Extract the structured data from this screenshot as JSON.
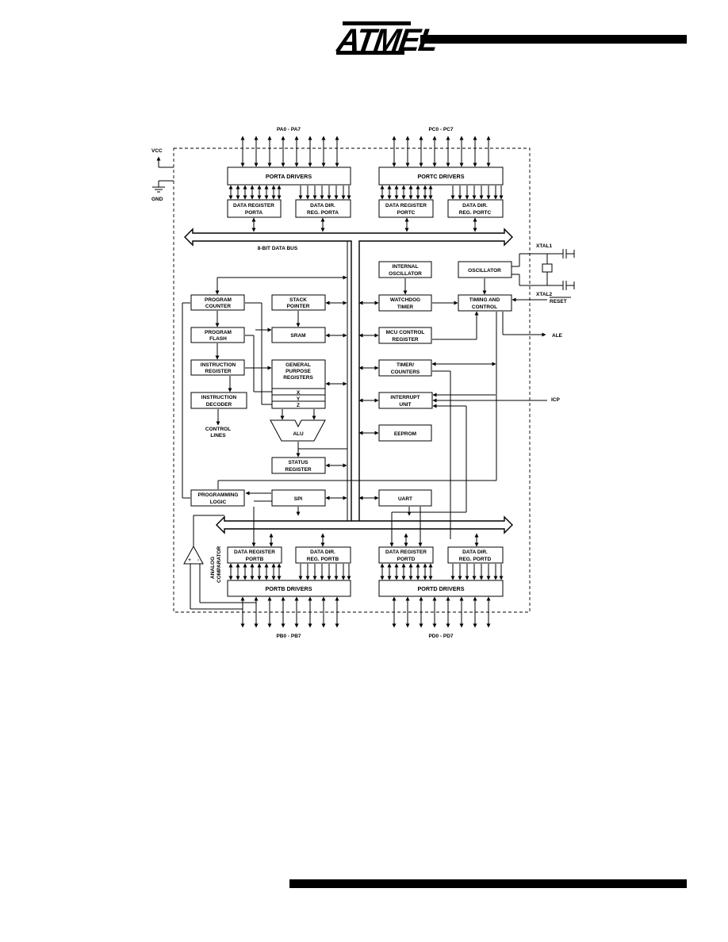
{
  "logo": {
    "text": "ATMEL"
  },
  "ports_top": {
    "pa": "PA0 - PA7",
    "pc": "PC0 - PC7"
  },
  "ports_bottom": {
    "pb": "PB0 - PB7",
    "pd": "PD0 - PD7"
  },
  "power": {
    "vcc": "VCC",
    "gnd": "GND"
  },
  "bus_label": "8-BIT DATA BUS",
  "clock": {
    "xtal1": "XTAL1",
    "xtal2": "XTAL2",
    "reset": "RESET",
    "ale": "ALE",
    "icp": "ICP"
  },
  "side_label": {
    "l1": "ANALOG",
    "l2": "COMPARATOR"
  },
  "control_lines": {
    "l1": "CONTROL",
    "l2": "LINES"
  },
  "blocks": {
    "porta_drivers": "PORTA DRIVERS",
    "portc_drivers": "PORTC DRIVERS",
    "portb_drivers": "PORTB DRIVERS",
    "portd_drivers": "PORTD DRIVERS",
    "dr_porta": {
      "l1": "DATA REGISTER",
      "l2": "PORTA"
    },
    "ddr_porta": {
      "l1": "DATA DIR.",
      "l2": "REG. PORTA"
    },
    "dr_portc": {
      "l1": "DATA REGISTER",
      "l2": "PORTC"
    },
    "ddr_portc": {
      "l1": "DATA DIR.",
      "l2": "REG. PORTC"
    },
    "dr_portb": {
      "l1": "DATA REGISTER",
      "l2": "PORTB"
    },
    "ddr_portb": {
      "l1": "DATA DIR.",
      "l2": "REG. PORTB"
    },
    "dr_portd": {
      "l1": "DATA REGISTER",
      "l2": "PORTD"
    },
    "ddr_portd": {
      "l1": "DATA DIR.",
      "l2": "REG. PORTD"
    },
    "internal_osc": {
      "l1": "INTERNAL",
      "l2": "OSCILLATOR"
    },
    "oscillator": "OSCILLATOR",
    "program_counter": {
      "l1": "PROGRAM",
      "l2": "COUNTER"
    },
    "stack_pointer": {
      "l1": "STACK",
      "l2": "POINTER"
    },
    "watchdog": {
      "l1": "WATCHDOG",
      "l2": "TIMER"
    },
    "timing": {
      "l1": "TIMING AND",
      "l2": "CONTROL"
    },
    "program_flash": {
      "l1": "PROGRAM",
      "l2": "FLASH"
    },
    "sram": "SRAM",
    "mcu_control": {
      "l1": "MCU CONTROL",
      "l2": "REGISTER"
    },
    "instruction_register": {
      "l1": "INSTRUCTION",
      "l2": "REGISTER"
    },
    "gpr": {
      "l1": "GENERAL",
      "l2": "PURPOSE",
      "l3": "REGISTERS",
      "x": "X",
      "y": "Y",
      "z": "Z"
    },
    "timer_counters": {
      "l1": "TIMER/",
      "l2": "COUNTERS"
    },
    "instruction_decoder": {
      "l1": "INSTRUCTION",
      "l2": "DECODER"
    },
    "interrupt_unit": {
      "l1": "INTERRUPT",
      "l2": "UNIT"
    },
    "alu": "ALU",
    "eeprom": "EEPROM",
    "status_register": {
      "l1": "STATUS",
      "l2": "REGISTER"
    },
    "programming_logic": {
      "l1": "PROGRAMMING",
      "l2": "LOGIC"
    },
    "spi": "SPI",
    "uart": "UART"
  },
  "comparator": {
    "plus": "+",
    "minus": "-"
  }
}
